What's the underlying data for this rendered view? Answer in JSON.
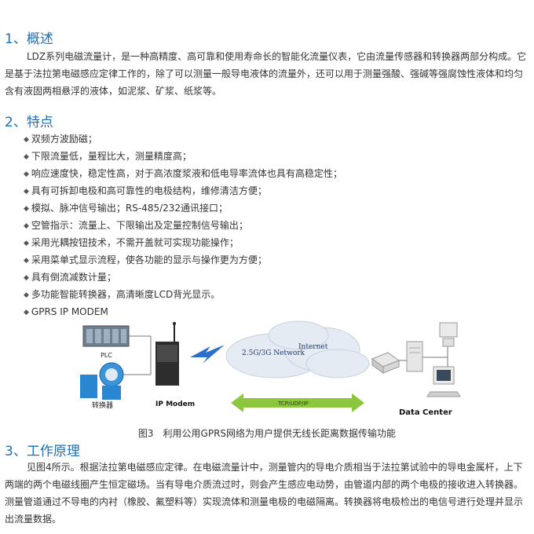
{
  "section1": {
    "heading": "1、概述",
    "paragraph": "LDZ系列电磁流量计，是一种高精度、高可靠和使用寿命长的智能化流量仪表，它由流量传感器和转换器两部分构成。它是基于法拉第电磁感应定律工作的，除了可以测量一般导电液体的流量外，还可以用于测量强酸、强碱等强腐蚀性液体和均匀含有液固两相悬浮的液体，如泥浆、矿浆、纸浆等。"
  },
  "section2": {
    "heading": "2、特点",
    "features": [
      "双频方波励磁；",
      "下限流量低，量程比大，测量精度高；",
      "响应速度快，稳定性高，对于高浓度浆液和低电导率流体也具有高稳定性；",
      "具有可拆卸电极和高可靠性的电极结构，维修清洁方便；",
      "模拟、脉冲信号输出；RS-485/232通讯接口；",
      "空管指示：流量上、下限输出及定量控制信号输出；",
      "采用光耦按钮技术，不需开盖就可实现功能操作；",
      "采用菜单式显示流程，使各功能的显示与操作更为方便；",
      "具有倒流减数计量；",
      "多功能智能转换器，高清晰度LCD背光显示。",
      "GPRS IP MODEM"
    ]
  },
  "figure": {
    "plc": "PLC",
    "converter": "转换器",
    "modem": "IP Modem",
    "network": "2.5G/3G Network",
    "internet": "Internet",
    "protocol": "TCP/UDP/IP",
    "data_center": "Data Center",
    "caption": "图3　利用公用GPRS网络为用户提供无线长距离数据传输功能"
  },
  "section3": {
    "heading": "3、工作原理",
    "paragraph": "见图4所示。根据法拉第电磁感应定律。在电磁流量计中，测量管内的导电介质相当于法拉第试验中的导电金属杆，上下两端的两个电磁线圈产生恒定磁场。当有导电介质流过时，则会产生感应电动势，由管道内部的两个电极的接收进入转换器。测量管道通过不导电的内衬（橡胶、氟塑料等）实现流体和测量电极的电磁隔离。转换器将电极检出的电信号进行处理并显示出流量数据。"
  },
  "colors": {
    "heading": "#1f6fb5",
    "arrow_green": "#8cc63f",
    "lightning": "#2a6fc9"
  }
}
